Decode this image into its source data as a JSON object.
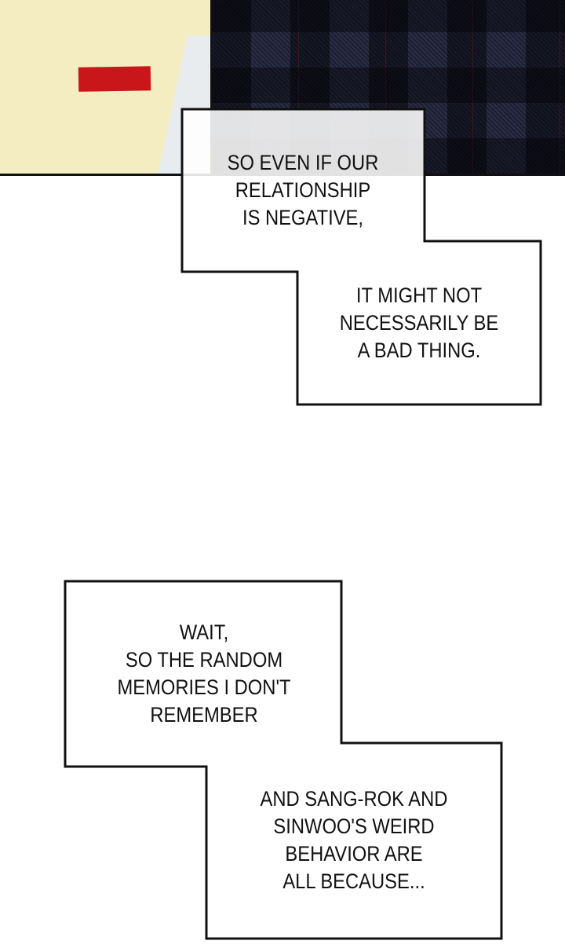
{
  "captions": [
    {
      "lines": [
        "SO EVEN IF OUR",
        "RELATIONSHIP",
        "IS NEGATIVE,"
      ]
    },
    {
      "lines": [
        "IT MIGHT NOT",
        "NECESSARILY BE",
        "A BAD THING."
      ]
    },
    {
      "lines": [
        "WAIT,",
        "SO THE RANDOM",
        "MEMORIES I DON'T",
        "REMEMBER"
      ]
    },
    {
      "lines": [
        "AND SANG-ROK AND",
        "SINWOO'S WEIRD",
        "BEHAVIOR ARE",
        "ALL BECAUSE..."
      ]
    }
  ],
  "colors": {
    "shirt": "#f4edc2",
    "logo": "#c8161a",
    "plaid": "#2a2d45"
  }
}
